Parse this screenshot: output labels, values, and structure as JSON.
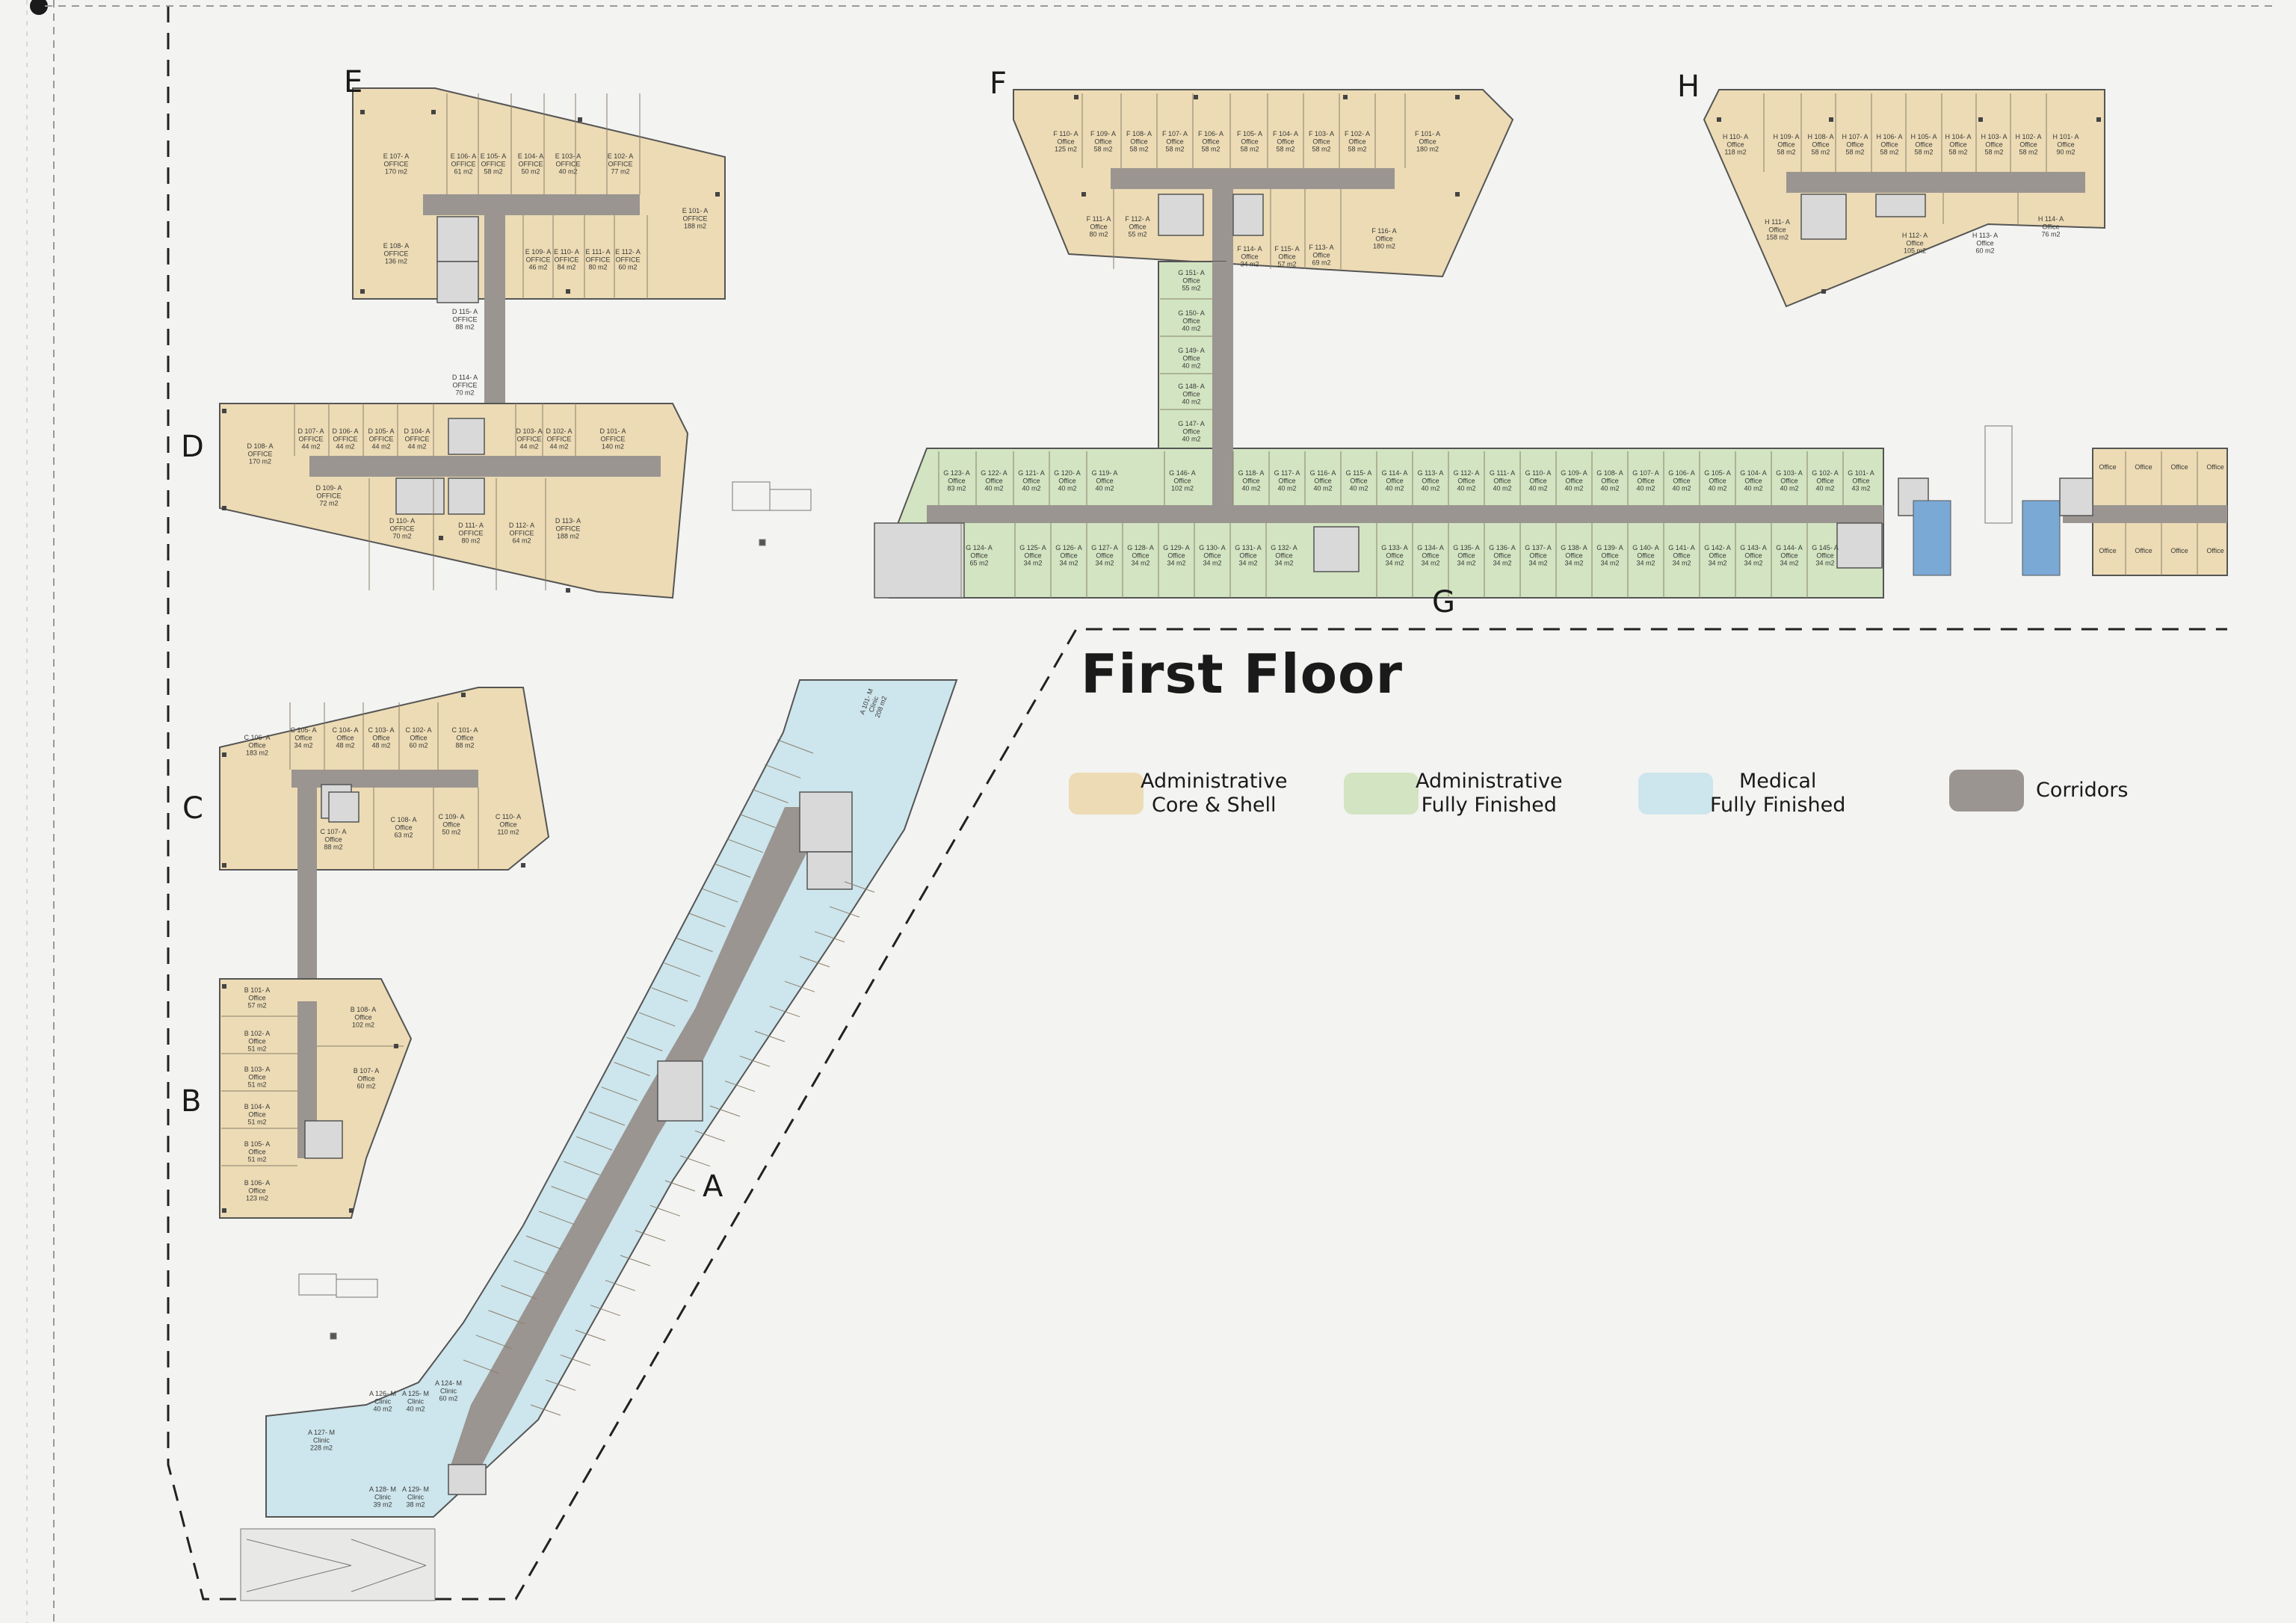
{
  "title": "First Floor",
  "colors": {
    "admin_core_shell": "#ecdbb4",
    "admin_fully_finished": "#d2e4c1",
    "medical_fully_finished": "#cde5ec",
    "corridor": "#9a9591",
    "wall": "#555555",
    "core": "#d9d9d9",
    "stair_blue": "#7aa9d6"
  },
  "legend": [
    {
      "key": "admin_core_shell",
      "label": "Administrative\nCore & Shell"
    },
    {
      "key": "admin_fully_finished",
      "label": "Administrative\nFully Finished"
    },
    {
      "key": "medical_fully_finished",
      "label": "Medical\nFully Finished"
    },
    {
      "key": "corridor",
      "label": "Corridors"
    }
  ],
  "buildings": {
    "A": "A",
    "B": "B",
    "C": "C",
    "D": "D",
    "E": "E",
    "F": "F",
    "G": "G",
    "H": "H"
  },
  "rooms": {
    "E": [
      [
        "E 107- A",
        "OFFICE",
        "170 m2"
      ],
      [
        "E 106- A",
        "OFFICE",
        "61 m2"
      ],
      [
        "E 105- A",
        "OFFICE",
        "58 m2"
      ],
      [
        "E 104- A",
        "OFFICE",
        "50 m2"
      ],
      [
        "E 103- A",
        "OFFICE",
        "40 m2"
      ],
      [
        "E 102- A",
        "OFFICE",
        "77 m2"
      ],
      [
        "E 101- A",
        "OFFICE",
        "188 m2"
      ],
      [
        "E 108- A",
        "OFFICE",
        "136 m2"
      ],
      [
        "E 109- A",
        "OFFICE",
        "46 m2"
      ],
      [
        "E 110- A",
        "OFFICE",
        "84 m2"
      ],
      [
        "E 111- A",
        "OFFICE",
        "80 m2"
      ],
      [
        "E 112- A",
        "OFFICE",
        "60 m2"
      ]
    ],
    "D": [
      [
        "D 115- A",
        "OFFICE",
        "88 m2"
      ],
      [
        "D 114- A",
        "OFFICE",
        "70 m2"
      ],
      [
        "D 108- A",
        "OFFICE",
        "170 m2"
      ],
      [
        "D 107- A",
        "OFFICE",
        "44 m2"
      ],
      [
        "D 106- A",
        "OFFICE",
        "44 m2"
      ],
      [
        "D 105- A",
        "OFFICE",
        "44 m2"
      ],
      [
        "D 104- A",
        "OFFICE",
        "44 m2"
      ],
      [
        "D 103- A",
        "OFFICE",
        "44 m2"
      ],
      [
        "D 102- A",
        "OFFICE",
        "44 m2"
      ],
      [
        "D 101- A",
        "OFFICE",
        "140 m2"
      ],
      [
        "D 109- A",
        "OFFICE",
        "72 m2"
      ],
      [
        "D 110- A",
        "OFFICE",
        "70 m2"
      ],
      [
        "D 111- A",
        "OFFICE",
        "80 m2"
      ],
      [
        "D 112- A",
        "OFFICE",
        "64 m2"
      ],
      [
        "D 113- A",
        "OFFICE",
        "188 m2"
      ]
    ],
    "F": [
      [
        "F 110- A",
        "Office",
        "125 m2"
      ],
      [
        "F 109- A",
        "Office",
        "58 m2"
      ],
      [
        "F 108- A",
        "Office",
        "58 m2"
      ],
      [
        "F 107- A",
        "Office",
        "58 m2"
      ],
      [
        "F 106- A",
        "Office",
        "58 m2"
      ],
      [
        "F 105- A",
        "Office",
        "58 m2"
      ],
      [
        "F 104- A",
        "Office",
        "58 m2"
      ],
      [
        "F 103- A",
        "Office",
        "58 m2"
      ],
      [
        "F 102- A",
        "Office",
        "58 m2"
      ],
      [
        "F 101- A",
        "Office",
        "180 m2"
      ],
      [
        "F 111- A",
        "Office",
        "80 m2"
      ],
      [
        "F 112- A",
        "Office",
        "55 m2"
      ],
      [
        "F 114- A",
        "Office",
        "34 m2"
      ],
      [
        "F 115- A",
        "Office",
        "57 m2"
      ],
      [
        "F 113- A",
        "Office",
        "69 m2"
      ],
      [
        "F 116- A",
        "Office",
        "180 m2"
      ]
    ],
    "H": [
      [
        "H 110- A",
        "Office",
        "118 m2"
      ],
      [
        "H 109- A",
        "Office",
        "58 m2"
      ],
      [
        "H 108- A",
        "Office",
        "58 m2"
      ],
      [
        "H 107- A",
        "Office",
        "58 m2"
      ],
      [
        "H 106- A",
        "Office",
        "58 m2"
      ],
      [
        "H 105- A",
        "Office",
        "58 m2"
      ],
      [
        "H 104- A",
        "Office",
        "58 m2"
      ],
      [
        "H 103- A",
        "Office",
        "58 m2"
      ],
      [
        "H 102- A",
        "Office",
        "58 m2"
      ],
      [
        "H 101- A",
        "Office",
        "90 m2"
      ],
      [
        "H 111- A",
        "Office",
        "158 m2"
      ],
      [
        "H 112- A",
        "Office",
        "105 m2"
      ],
      [
        "H 113- A",
        "Office",
        "60 m2"
      ],
      [
        "H 114- A",
        "Office",
        "76 m2"
      ]
    ],
    "G_spine": [
      [
        "G 151- A",
        "Office",
        "55 m2"
      ],
      [
        "G 150- A",
        "Office",
        "40 m2"
      ],
      [
        "G 149- A",
        "Office",
        "40 m2"
      ],
      [
        "G 148- A",
        "Office",
        "40 m2"
      ],
      [
        "G 147- A",
        "Office",
        "40 m2"
      ]
    ],
    "G_top": [
      [
        "G 123- A",
        "Office",
        "83 m2"
      ],
      [
        "G 122- A",
        "Office",
        "40 m2"
      ],
      [
        "G 121- A",
        "Office",
        "40 m2"
      ],
      [
        "G 120- A",
        "Office",
        "40 m2"
      ],
      [
        "G 119- A",
        "Office",
        "40 m2"
      ],
      [
        "G 146- A",
        "Office",
        "102 m2"
      ],
      [
        "G 118- A",
        "Office",
        "40 m2"
      ],
      [
        "G 117- A",
        "Office",
        "40 m2"
      ],
      [
        "G 116- A",
        "Office",
        "40 m2"
      ],
      [
        "G 115- A",
        "Office",
        "40 m2"
      ],
      [
        "G 114- A",
        "Office",
        "40 m2"
      ],
      [
        "G 113- A",
        "Office",
        "40 m2"
      ],
      [
        "G 112- A",
        "Office",
        "40 m2"
      ],
      [
        "G 111- A",
        "Office",
        "40 m2"
      ],
      [
        "G 110- A",
        "Office",
        "40 m2"
      ],
      [
        "G 109- A",
        "Office",
        "40 m2"
      ],
      [
        "G 108- A",
        "Office",
        "40 m2"
      ],
      [
        "G 107- A",
        "Office",
        "40 m2"
      ],
      [
        "G 106- A",
        "Office",
        "40 m2"
      ],
      [
        "G 105- A",
        "Office",
        "40 m2"
      ],
      [
        "G 104- A",
        "Office",
        "40 m2"
      ],
      [
        "G 103- A",
        "Office",
        "40 m2"
      ],
      [
        "G 102- A",
        "Office",
        "40 m2"
      ],
      [
        "G 101- A",
        "Office",
        "43 m2"
      ]
    ],
    "G_bottom": [
      [
        "G 124- A",
        "Office",
        "65 m2"
      ],
      [
        "G 125- A",
        "Office",
        "34 m2"
      ],
      [
        "G 126- A",
        "Office",
        "34 m2"
      ],
      [
        "G 127- A",
        "Office",
        "34 m2"
      ],
      [
        "G 128- A",
        "Office",
        "34 m2"
      ],
      [
        "G 129- A",
        "Office",
        "34 m2"
      ],
      [
        "G 130- A",
        "Office",
        "34 m2"
      ],
      [
        "G 131- A",
        "Office",
        "34 m2"
      ],
      [
        "G 132- A",
        "Office",
        "34 m2"
      ],
      [
        "G 133- A",
        "Office",
        "34 m2"
      ],
      [
        "G 134- A",
        "Office",
        "34 m2"
      ],
      [
        "G 135- A",
        "Office",
        "34 m2"
      ],
      [
        "G 136- A",
        "Office",
        "34 m2"
      ],
      [
        "G 137- A",
        "Office",
        "34 m2"
      ],
      [
        "G 138- A",
        "Office",
        "34 m2"
      ],
      [
        "G 139- A",
        "Office",
        "34 m2"
      ],
      [
        "G 140- A",
        "Office",
        "34 m2"
      ],
      [
        "G 141- A",
        "Office",
        "34 m2"
      ],
      [
        "G 142- A",
        "Office",
        "34 m2"
      ],
      [
        "G 143- A",
        "Office",
        "34 m2"
      ],
      [
        "G 144- A",
        "Office",
        "34 m2"
      ],
      [
        "G 145- A",
        "Office",
        "34 m2"
      ]
    ],
    "C": [
      [
        "C 106- A",
        "Office",
        "183 m2"
      ],
      [
        "C 105- A",
        "Office",
        "34 m2"
      ],
      [
        "C 104- A",
        "Office",
        "48 m2"
      ],
      [
        "C 103- A",
        "Office",
        "48 m2"
      ],
      [
        "C 102- A",
        "Office",
        "60 m2"
      ],
      [
        "C 101- A",
        "Office",
        "88 m2"
      ],
      [
        "C 107- A",
        "Office",
        "88 m2"
      ],
      [
        "C 108- A",
        "Office",
        "63 m2"
      ],
      [
        "C 109- A",
        "Office",
        "50 m2"
      ],
      [
        "C 110- A",
        "Office",
        "110 m2"
      ]
    ],
    "B": [
      [
        "B 101- A",
        "Office",
        "57 m2"
      ],
      [
        "B 102- A",
        "Office",
        "51 m2"
      ],
      [
        "B 103- A",
        "Office",
        "51 m2"
      ],
      [
        "B 104- A",
        "Office",
        "51 m2"
      ],
      [
        "B 105- A",
        "Office",
        "51 m2"
      ],
      [
        "B 106- A",
        "Office",
        "123 m2"
      ],
      [
        "B 108- A",
        "Office",
        "102 m2"
      ],
      [
        "B 107- A",
        "Office",
        "60 m2"
      ]
    ],
    "A": [
      [
        "A 101- M",
        "Clinic",
        "208 m2"
      ],
      [
        "A 127- M",
        "Clinic",
        "228 m2"
      ],
      [
        "A 126- M",
        "Clinic",
        "40 m2"
      ],
      [
        "A 125- M",
        "Clinic",
        "40 m2"
      ],
      [
        "A 124- M",
        "Clinic",
        "60 m2"
      ],
      [
        "A 128- M",
        "Clinic",
        "39 m2"
      ],
      [
        "A 129- M",
        "Clinic",
        "38 m2"
      ]
    ],
    "annex": [
      "Office",
      "Office",
      "Office",
      "Office",
      "Office",
      "Office",
      "Office",
      "Office"
    ]
  }
}
